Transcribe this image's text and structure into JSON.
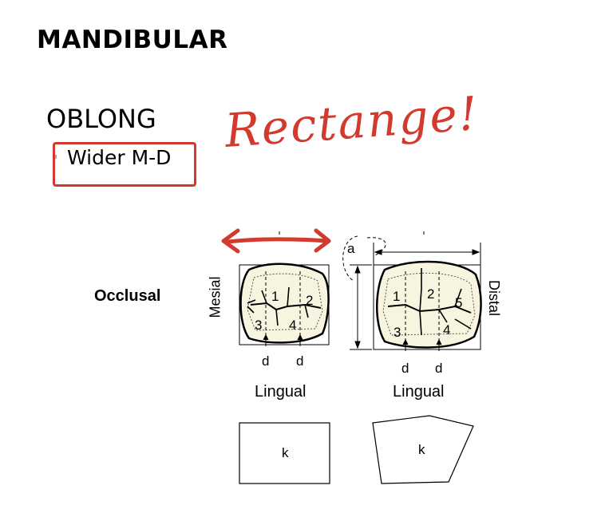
{
  "slide": {
    "title": "MANDIBULAR",
    "heading": "OBLONG",
    "bullet": "Wider M-D",
    "annotation_handwritten": "Rectange!",
    "annotation_color": "#d23a2e"
  },
  "figure": {
    "view_label": "Occlusal",
    "mesial_label": "Mesial",
    "distal_label": "Distal",
    "lingual_label_left": "Lingual",
    "lingual_label_right": "Lingual",
    "dimension_label": "a",
    "groove_label_1": "d",
    "groove_label_2": "d",
    "groove_label_3": "d",
    "groove_label_4": "d",
    "left_tooth_cusps": [
      "1",
      "2",
      "3",
      "4"
    ],
    "right_tooth_cusps": [
      "1",
      "2",
      "3",
      "4",
      "5"
    ],
    "outline_label_left": "k",
    "outline_label_right": "k"
  }
}
